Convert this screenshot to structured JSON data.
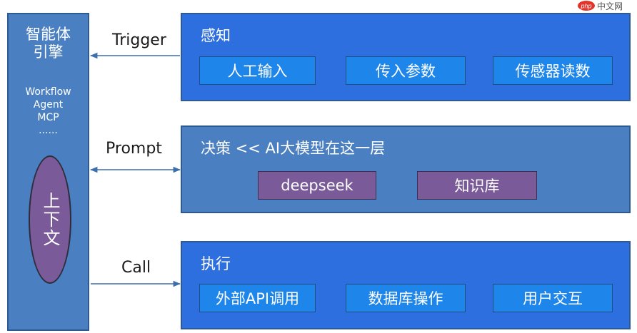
{
  "engine": {
    "title": "智能体\n引擎",
    "items": [
      "Workflow",
      "Agent",
      "MCP",
      "......"
    ],
    "context": "上下文"
  },
  "arrows": {
    "trigger": "Trigger",
    "prompt": "Prompt",
    "call": "Call"
  },
  "layers": [
    {
      "title": "感知",
      "items": [
        "人工输入",
        "传入参数",
        "传感器读数"
      ]
    },
    {
      "title": "决策 << AI大模型在这一层",
      "items": [
        "deepseek",
        "知识库"
      ]
    },
    {
      "title": "执行",
      "items": [
        "外部API调用",
        "数据库操作",
        "用户交互"
      ]
    }
  ],
  "watermark": "php中文网",
  "colors": {
    "panel_blue": "#2e6fe0",
    "panel_steel": "#4a7fc1",
    "chip_blue": "#1e85eb",
    "chip_purple": "#7a5a98"
  }
}
